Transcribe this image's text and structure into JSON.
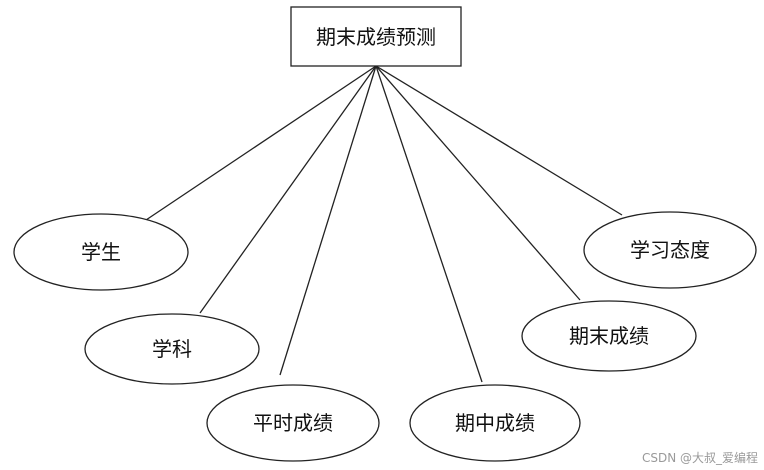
{
  "diagram": {
    "root": {
      "label": "期末成绩预测"
    },
    "children": [
      {
        "label": "学生"
      },
      {
        "label": "学科"
      },
      {
        "label": "平时成绩"
      },
      {
        "label": "期中成绩"
      },
      {
        "label": "期末成绩"
      },
      {
        "label": "学习态度"
      }
    ]
  },
  "watermark": "CSDN @大叔_爱编程"
}
